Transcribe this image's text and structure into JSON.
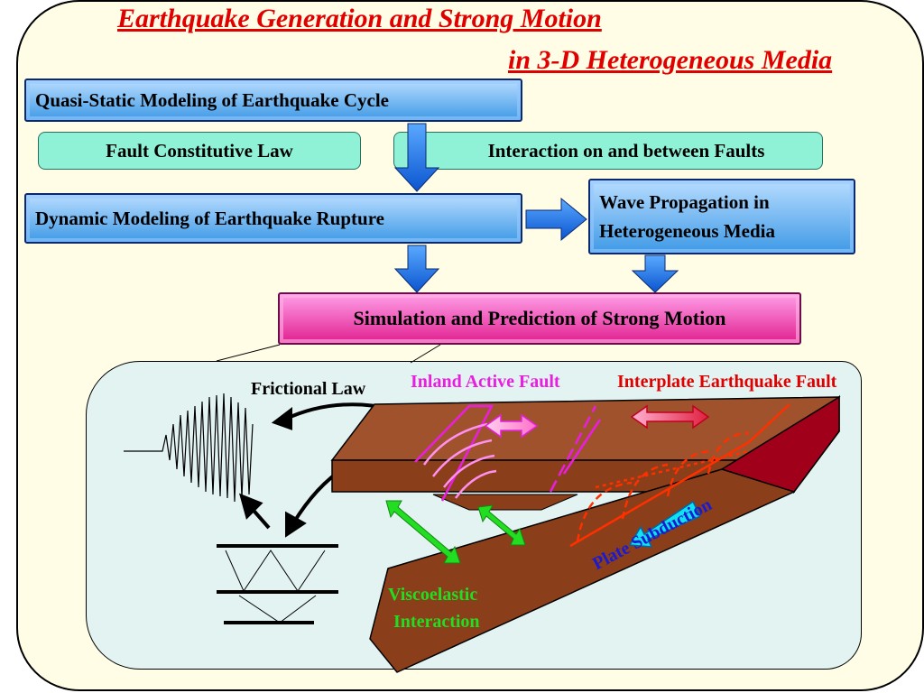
{
  "title": {
    "line1": "Earthquake Generation and Strong Motion",
    "line2": "in 3-D Heterogeneous Media"
  },
  "flow": {
    "quasi_static": "Quasi-Static Modeling of Earthquake Cycle",
    "fault_law": "Fault Constitutive Law",
    "interaction": "Interaction on and between Faults",
    "dynamic": "Dynamic Modeling of Earthquake Rupture",
    "wave_line1": "Wave Propagation in",
    "wave_line2": "Heterogeneous Media",
    "simulation": "Simulation and Prediction of Strong Motion"
  },
  "illustration": {
    "frictional_law": "Frictional Law",
    "inland_fault": "Inland Active Fault",
    "interplate_fault": "Interplate Earthquake Fault",
    "plate_subduction": "Plate Subduction",
    "viscoelastic_line1": "Viscoelastic",
    "viscoelastic_line2": "Interaction"
  },
  "colors": {
    "title": "#e00000",
    "flow_arrow": "#1a6fe0",
    "inland": "#e81ee0",
    "interplate": "#e00000",
    "plate_subduction": "#1a1ad0",
    "viscoelastic": "#22dd22",
    "crust": "#a0522d"
  }
}
